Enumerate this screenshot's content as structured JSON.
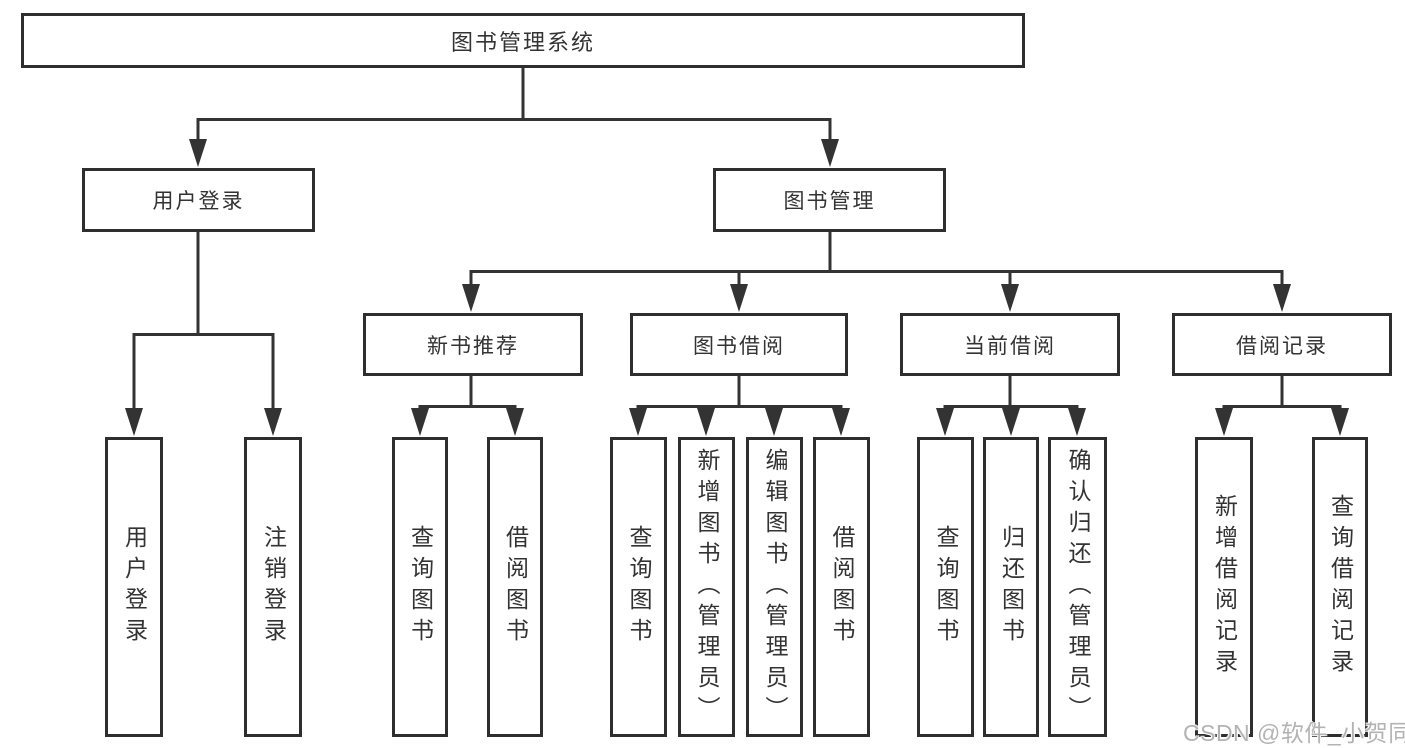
{
  "diagram": {
    "nodes": {
      "root": {
        "label": "图书管理系统"
      },
      "level2": [
        {
          "label": "用户登录"
        },
        {
          "label": "图书管理"
        }
      ],
      "level3": [
        {
          "label": "新书推荐"
        },
        {
          "label": "图书借阅"
        },
        {
          "label": "当前借阅"
        },
        {
          "label": "借阅记录"
        }
      ],
      "leaves_user_login": [
        {
          "label": "用户登录"
        },
        {
          "label": "注销登录"
        }
      ],
      "leaves_new_book_recommend": [
        {
          "label": "查询图书"
        },
        {
          "label": "借阅图书"
        }
      ],
      "leaves_book_borrow": [
        {
          "label": "查询图书"
        },
        {
          "label": "新增图书（管理员）"
        },
        {
          "label": "编辑图书（管理员）"
        },
        {
          "label": "借阅图书"
        }
      ],
      "leaves_current_borrow": [
        {
          "label": "查询图书"
        },
        {
          "label": "归还图书"
        },
        {
          "label": "确认归还（管理员）"
        }
      ],
      "leaves_borrow_records": [
        {
          "label": "新增借阅记录"
        },
        {
          "label": "查询借阅记录"
        }
      ]
    },
    "colors": {
      "line": "#333333",
      "box_border": "#2e2e2e",
      "text": "#333333",
      "watermark": "#b3b3b3",
      "background": "#ffffff"
    }
  },
  "watermark": {
    "text": "CSDN @软件_小贺同学"
  }
}
